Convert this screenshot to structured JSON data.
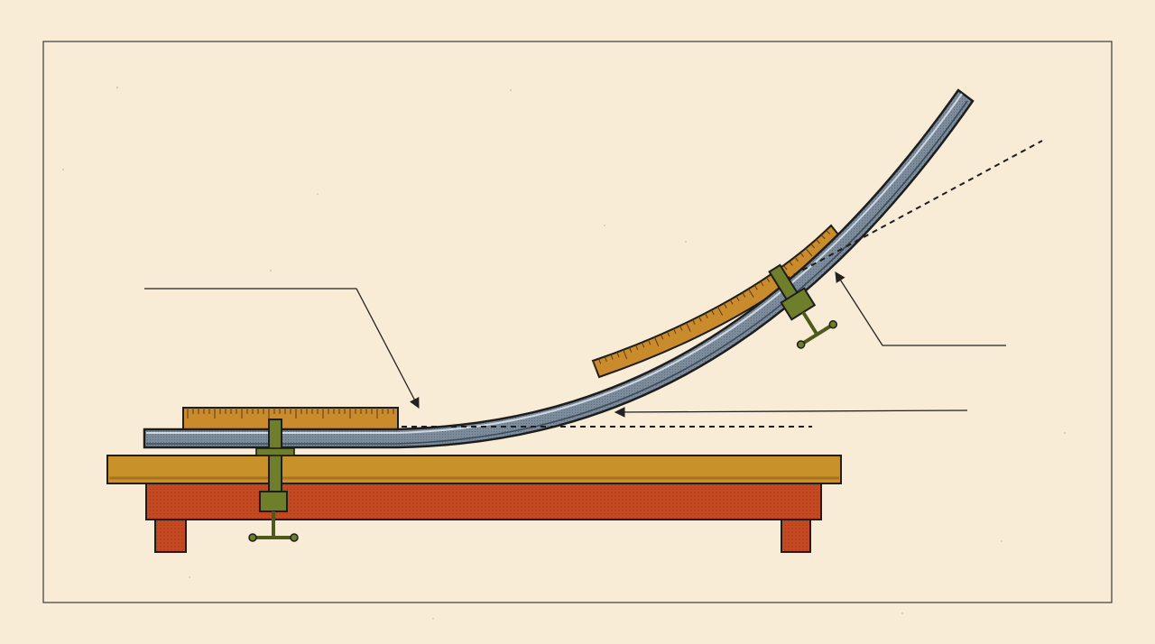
{
  "diagram": {
    "labels": [],
    "colors": {
      "background": "#f8ecd6",
      "frame": "#3a3a3a",
      "outline": "#1d1d1d",
      "bench_top": "#c8912a",
      "bench_top_shade": "#a67420",
      "bench_apron": "#c54a22",
      "bench_leg": "#c24e22",
      "ruler": "#c98b2c",
      "ruler_tick": "#5a3a10",
      "beam_steel": "#7c8c9c",
      "beam_highlight": "#cfd8e0",
      "clamp": "#6f7e2a",
      "clamp_dark": "#4d5a1c",
      "leader": "#222222"
    },
    "icons": [
      "bench",
      "straight-ruler",
      "curved-ruler",
      "steel-beam",
      "c-clamp-left",
      "c-clamp-right",
      "dashed-reference-lines",
      "leader-arrows"
    ]
  }
}
